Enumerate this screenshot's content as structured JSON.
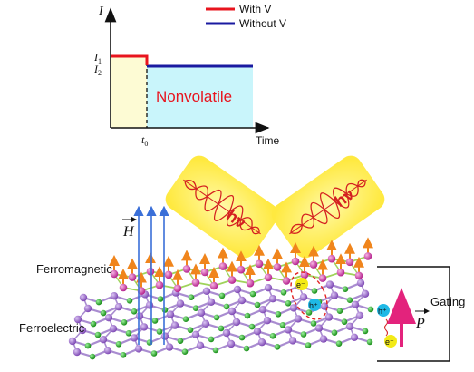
{
  "chart_data": {
    "type": "line",
    "ylabel": "I",
    "xlabel": "Time",
    "y_ticks": [
      {
        "main": "I",
        "sub": "1"
      },
      {
        "main": "I",
        "sub": "2"
      }
    ],
    "x_ticks": [
      {
        "main": "t",
        "sub": "0"
      }
    ],
    "series": [
      {
        "name": "With V",
        "color": "#e8141e"
      },
      {
        "name": "Without V",
        "color": "#1a1aa0"
      }
    ],
    "annotation": "Nonvolatile"
  },
  "labels": {
    "ferromagnetic": "Ferromagnetic",
    "ferroelectric": "Ferroelectric",
    "gating": "Gating",
    "field_H": "H",
    "field_P": "P",
    "electron": "e⁻",
    "hole": "h⁺",
    "light_symbol": "hν"
  },
  "colors": {
    "with_v": "#e8141e",
    "without_v": "#1a1aa0",
    "fill_before": "#fdfbd4",
    "fill_after": "#c9f5fb",
    "light_glow": "#fff27a",
    "fm_atom": "#cc3fa6",
    "fe_atom_purple": "#9c6ac8",
    "fe_atom_green": "#2ab52a",
    "spin_arrow": "#f0851c",
    "h_arrow": "#3a6fd8",
    "p_arrow": "#e3237c"
  }
}
